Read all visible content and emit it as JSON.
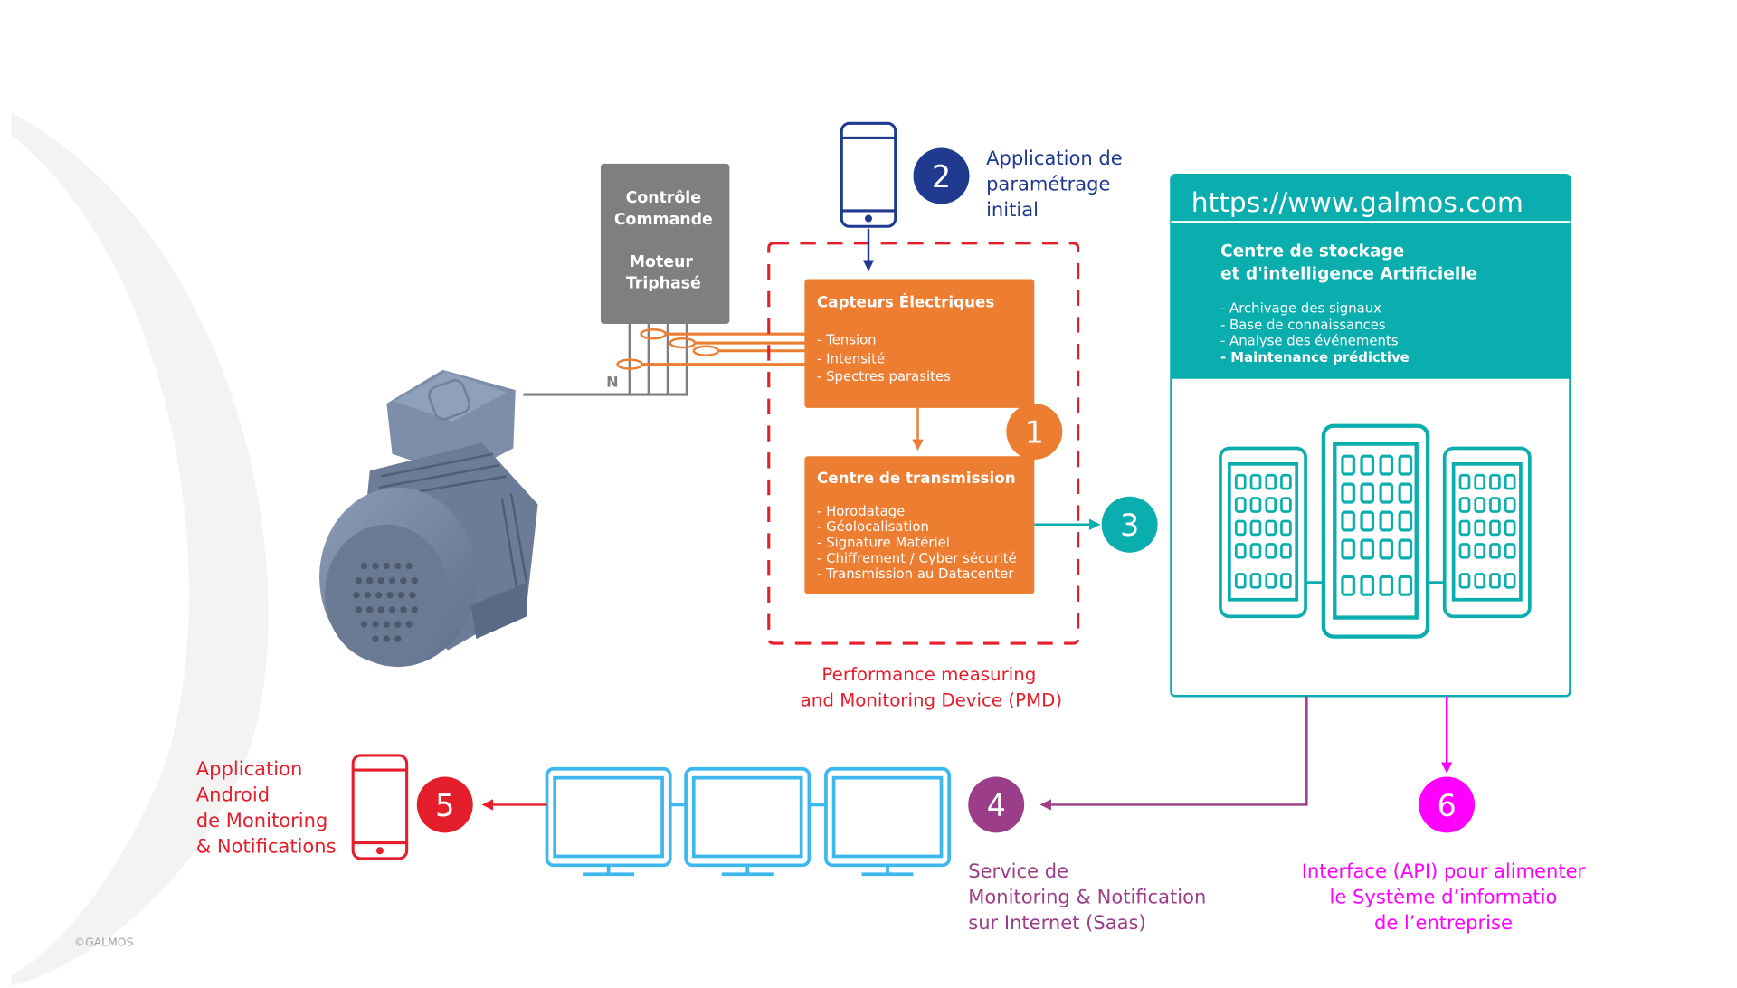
{
  "colors": {
    "orange": "#ED7D31",
    "red": "#E41E2B",
    "navy": "#1F3A8F",
    "teal": "#0AAEAE",
    "purple": "#9B3D88",
    "magenta": "#FF00FF",
    "sky": "#3DB8EE",
    "gray": "#7F7F7F"
  },
  "control_box": {
    "line1": "Contrôle",
    "line2": "Commande",
    "line3": "Moteur",
    "line4": "Triphasé"
  },
  "neutral_label": "N",
  "step2": {
    "number": "2",
    "label_lines": [
      "Application de",
      "paramétrage",
      "initial"
    ]
  },
  "sensors_box": {
    "title": "Capteurs Électriques",
    "items": [
      "- Tension",
      "- Intensité",
      "- Spectres parasites"
    ]
  },
  "step1": {
    "number": "1"
  },
  "transmission_box": {
    "title": "Centre de transmission",
    "items": [
      "- Horodatage",
      "- Géolocalisation",
      "- Signature Matériel",
      "- Chiffrement / Cyber sécurité",
      "- Transmission au Datacenter"
    ]
  },
  "pmd_label": [
    "Performance measuring",
    "and Monitoring Device (PMD)"
  ],
  "step3": {
    "number": "3"
  },
  "datacenter": {
    "url": "https://www.galmos.com",
    "title_lines": [
      "Centre de stockage",
      "et d'intelligence Artificielle"
    ],
    "items": [
      "- Archivage des signaux",
      "- Base de connaissances",
      "- Analyse des événements"
    ],
    "item_bold": "- Maintenance prédictive"
  },
  "step4": {
    "number": "4",
    "label_lines": [
      "Service de",
      "Monitoring & Notification",
      "sur Internet (Saas)"
    ]
  },
  "step5": {
    "number": "5",
    "label_lines": [
      "Application",
      "Android",
      "de Monitoring",
      "& Notifications"
    ]
  },
  "step6": {
    "number": "6",
    "label_lines": [
      "Interface (API) pour alimenter",
      "le Système d’informatio",
      "de l’entreprise"
    ]
  },
  "copyright": "©GALMOS"
}
